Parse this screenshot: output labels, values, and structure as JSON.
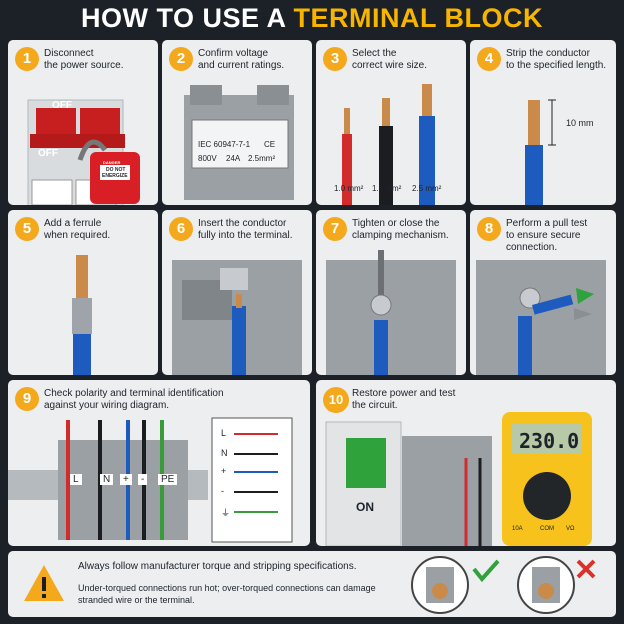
{
  "title": {
    "prefix": "HOW TO USE A ",
    "highlight": "TERMINAL BLOCK"
  },
  "steps": [
    {
      "n": "1",
      "lines": [
        "Disconnect",
        "the power source."
      ]
    },
    {
      "n": "2",
      "lines": [
        "Confirm voltage",
        "and current ratings."
      ]
    },
    {
      "n": "3",
      "lines": [
        "Select the",
        "correct wire size."
      ]
    },
    {
      "n": "4",
      "lines": [
        "Strip the conductor",
        "to the specified length."
      ]
    },
    {
      "n": "5",
      "lines": [
        "Add a ferrule",
        "when required."
      ]
    },
    {
      "n": "6",
      "lines": [
        "Insert the conductor",
        "fully into the terminal."
      ]
    },
    {
      "n": "7",
      "lines": [
        "Tighten or close the",
        "clamping mechanism."
      ]
    },
    {
      "n": "8",
      "lines": [
        "Perform a pull test",
        "to ensure secure",
        "connection."
      ]
    },
    {
      "n": "9",
      "lines": [
        "Check polarity and terminal identification",
        "against your wiring diagram."
      ]
    },
    {
      "n": "10",
      "lines": [
        "Restore power and test",
        "the circuit."
      ]
    }
  ],
  "breaker": {
    "off_label": "OFF",
    "off_label2": "OFF",
    "on_label": "ON"
  },
  "lockout_tag": {
    "line1": "DANGER",
    "line2": "DO NOT",
    "line3": "ENERGIZE"
  },
  "rating_label": {
    "standard": "IEC 60947-7-1",
    "ce": "CE",
    "voltage": "800V",
    "current": "24A",
    "size": "2.5mm²"
  },
  "wire_sizes": [
    "1.0 mm²",
    "1.5 mm²",
    "2.5 mm²"
  ],
  "strip_length": "10 mm",
  "terminal_markers": [
    "L",
    "N",
    "+",
    "-",
    "PE"
  ],
  "diagram_labels": [
    "L",
    "N",
    "+",
    "-",
    "⏚"
  ],
  "meter_reading": "230.0",
  "meter_labels": [
    "10A",
    "COM",
    "VΩ"
  ],
  "footer": {
    "line1": "Always follow manufacturer torque and stripping specifications.",
    "line2": "Under-torqued connections run hot; over-torqued connections can damage stranded wire or the terminal."
  },
  "colors": {
    "accent": "#f4a91c",
    "title_highlight": "#f7b500",
    "ok": "#2fa23c",
    "bad": "#d9322a",
    "background": "#1c2127"
  },
  "icons": [
    "warning-icon",
    "check-icon",
    "cross-icon"
  ]
}
